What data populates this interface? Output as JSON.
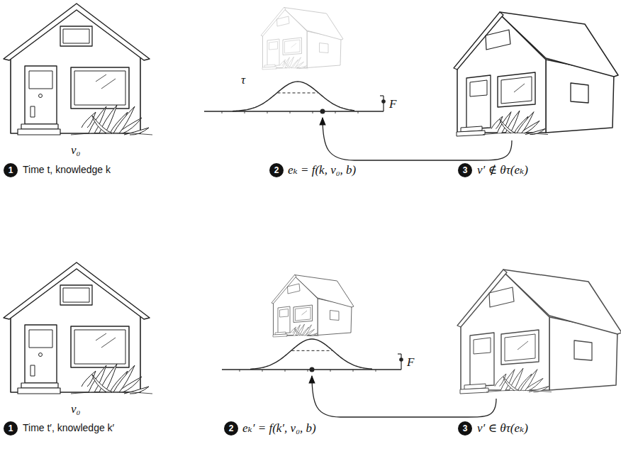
{
  "diagram": {
    "labels": [
      "1",
      "Time t, knowledge k",
      "v₀",
      "2",
      "eₖ = f(k, v₀, b)",
      "τ",
      "F",
      "3",
      "v′ ∉ θτ(eₖ)",
      "1",
      "Time t′, knowledge k′",
      "v₀",
      "2",
      "eₖ′ = f(k′, v₀, b)",
      "F",
      "3",
      "v′ ∈ θτ(eₖ)"
    ]
  }
}
